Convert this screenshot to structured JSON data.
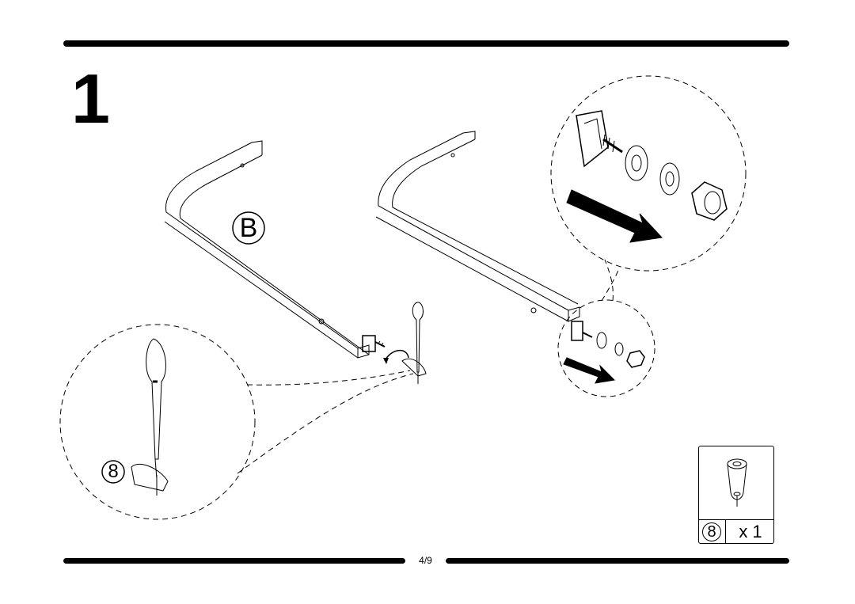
{
  "step": {
    "number": "1"
  },
  "labels": {
    "part_b": "B",
    "tool_callout": "8"
  },
  "parts_list": {
    "part_number": "8",
    "quantity": "x 1"
  },
  "footer": {
    "page": "4/9"
  }
}
